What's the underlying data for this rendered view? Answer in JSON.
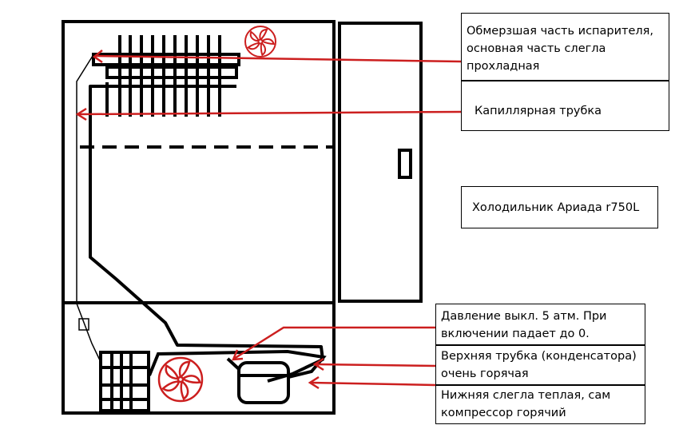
{
  "colors": {
    "outline": "#000000",
    "arrow": "#cc1f1f"
  },
  "icons": [
    "fan-icon",
    "fan-icon"
  ],
  "labels": {
    "evaporator": [
      "Обмерзшая часть испарителя,",
      "основная часть слегла",
      "прохладная"
    ],
    "capillary": [
      "Капиллярная трубка"
    ],
    "model": [
      "Холодильник Ариада r750L"
    ],
    "pressure": [
      "Давление выкл. 5 атм. При",
      "включении падает до 0."
    ],
    "upper_tube": [
      "Верхняя трубка (конденсатора)",
      "очень горячая"
    ],
    "lower_tube": [
      "Нижняя слегла теплая, сам",
      "компрессор горячий"
    ]
  }
}
